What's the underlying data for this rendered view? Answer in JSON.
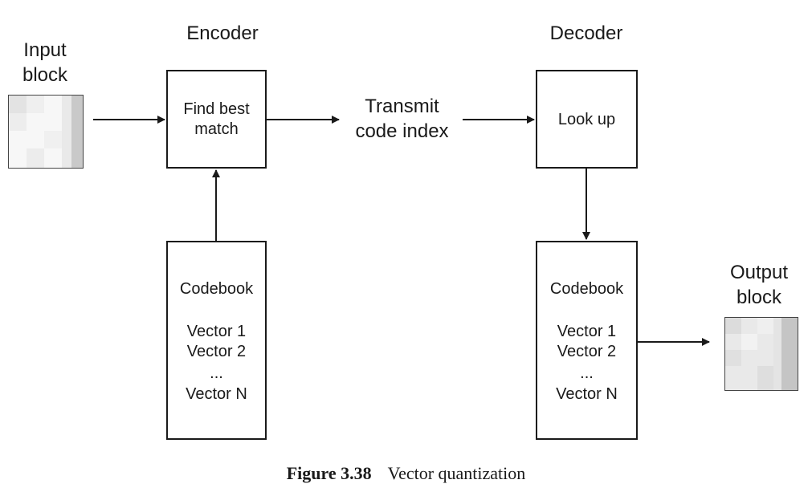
{
  "labels": {
    "encoder": "Encoder",
    "decoder": "Decoder",
    "input_block": [
      "Input",
      "block"
    ],
    "output_block": [
      "Output",
      "block"
    ],
    "transmit": [
      "Transmit",
      "code index"
    ]
  },
  "encoder_box": {
    "lines": [
      "Find best",
      "match"
    ]
  },
  "decoder_box": {
    "lines": [
      "Look up"
    ]
  },
  "codebook_left": {
    "title": "Codebook",
    "entries": [
      "Vector 1",
      "Vector 2",
      "...",
      "Vector N"
    ]
  },
  "codebook_right": {
    "title": "Codebook",
    "entries": [
      "Vector 1",
      "Vector 2",
      "...",
      "Vector N"
    ]
  },
  "caption": {
    "figure": "Figure 3.38",
    "text": "Vector quantization"
  },
  "colors": {
    "line": "#1a1a1a",
    "block_light": "#f4f4f4",
    "block_mid": "#e6e6e6",
    "block_dark": "#c8c8c8"
  }
}
